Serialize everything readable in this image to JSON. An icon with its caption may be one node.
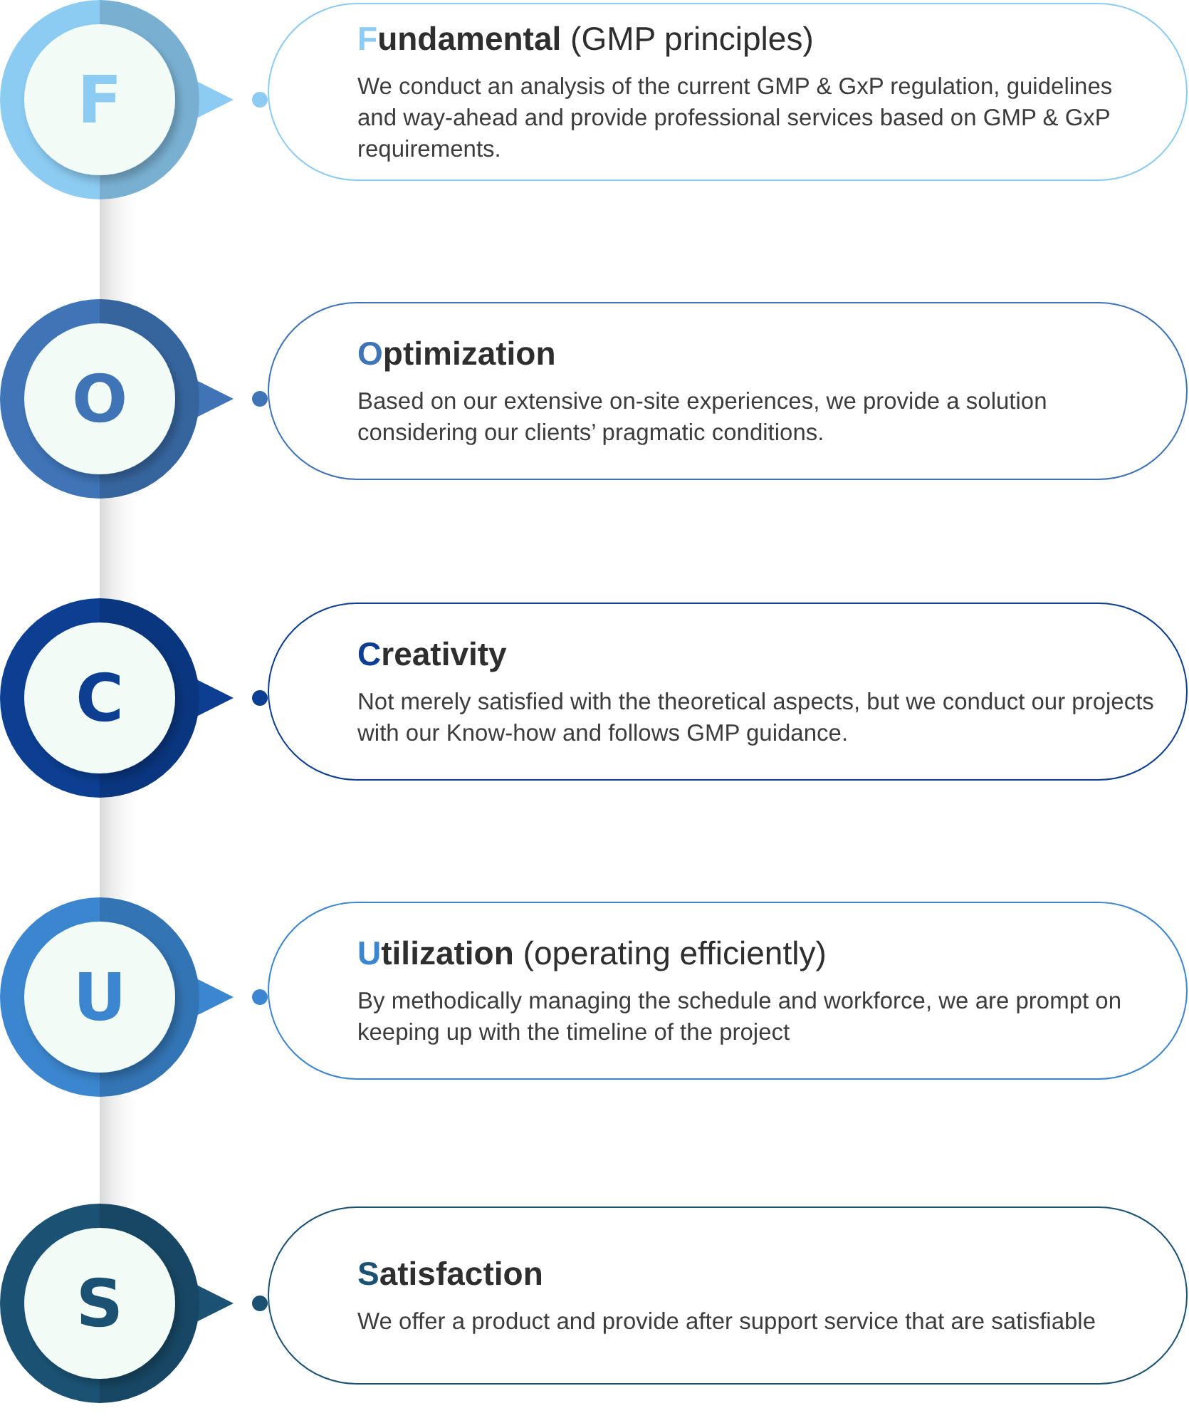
{
  "diagram": {
    "nodes": [
      {
        "text": [
          "F"
        ]
      },
      {
        "text": [
          "**Fundamental** (GMP principles)",
          "We conduct an analysis of the current GMP & GxP regulation, guidelines and way-ahead and provide professional services based on GMP & GxP requirements."
        ]
      },
      {
        "text": [
          "O"
        ]
      },
      {
        "text": [
          "Optimization",
          "Based on our extensive on-site experiences, we provide a solution considering our clients’ pragmatic conditions."
        ]
      },
      {
        "text": [
          "C"
        ]
      },
      {
        "text": [
          "Creativity",
          "Not merely satisfied with the theoretical aspects, but we conduct our projects with our Know-how and follows GMP guidance."
        ]
      },
      {
        "text": [
          "U"
        ]
      },
      {
        "text": [
          "**Utilization** (operating efficiently)",
          "By methodically managing the schedule and workforce, we are prompt on keeping up with the timeline of the project"
        ]
      },
      {
        "text": [
          "S"
        ]
      },
      {
        "text": [
          "Satisfaction",
          "We offer a product and provide after support service that are satisfiable"
        ]
      }
    ],
    "edges": [
      {
        "from": 0,
        "to": 1,
        "arrow": "to",
        "color": "#8ccbf2"
      },
      {
        "from": 2,
        "to": 3,
        "arrow": "to",
        "color": "#3f74b6"
      },
      {
        "from": 4,
        "to": 5,
        "arrow": "to",
        "color": "#0c3f92"
      },
      {
        "from": 6,
        "to": 7,
        "arrow": "to",
        "color": "#3b86cf"
      },
      {
        "from": 8,
        "to": 9,
        "arrow": "to",
        "color": "#1b5273"
      },
      {
        "from": 0,
        "to": 2,
        "arrow": "none"
      },
      {
        "from": 2,
        "to": 4,
        "arrow": "none"
      },
      {
        "from": 4,
        "to": 6,
        "arrow": "none"
      },
      {
        "from": 6,
        "to": 8,
        "arrow": "none"
      }
    ]
  }
}
